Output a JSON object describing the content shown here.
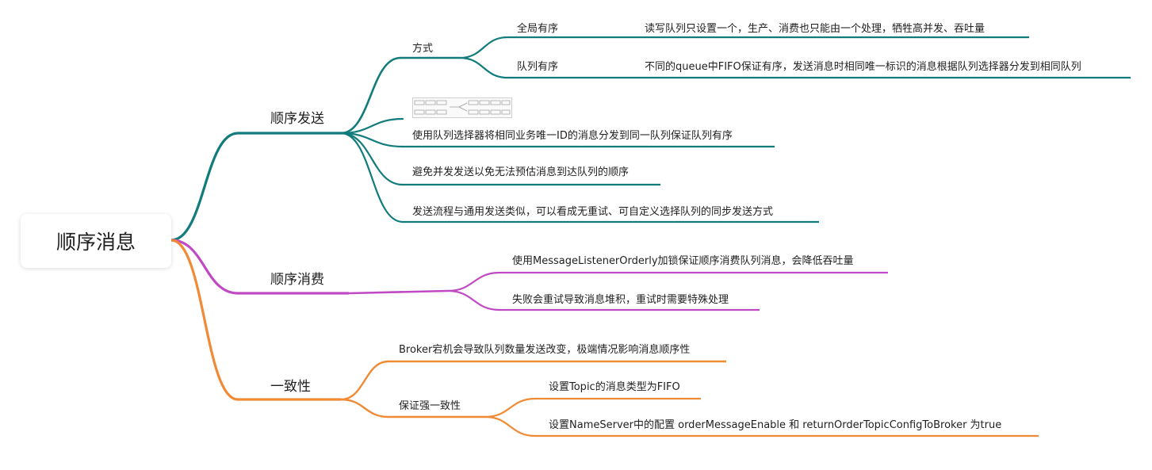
{
  "root": {
    "label": "顺序消息"
  },
  "colors": {
    "send": "#127b7b",
    "consume": "#c04ac4",
    "consistency": "#f08a35"
  },
  "icons": {
    "thumbnail": "image-thumbnail-icon"
  },
  "branches": [
    {
      "label": "顺序发送",
      "color": "#127b7b",
      "children": [
        {
          "label": "方式",
          "children": [
            {
              "label": "全局有序",
              "detail": "读写队列只设置一个，生产、消费也只能由一个处理，牺牲高并发、吞吐量"
            },
            {
              "label": "队列有序",
              "detail": "不同的queue中FIFO保证有序，发送消息时相同唯一标识的消息根据队列选择器分发到相同队列"
            }
          ]
        },
        {
          "label": "使用队列选择器将相同业务唯一ID的消息分发到同一队列保证队列有序"
        },
        {
          "label": "避免并发发送以免无法预估消息到达队列的顺序"
        },
        {
          "label": "发送流程与通用发送类似，可以看成无重试、可自定义选择队列的同步发送方式"
        }
      ]
    },
    {
      "label": "顺序消费",
      "color": "#c04ac4",
      "children": [
        {
          "label": "使用MessageListenerOrderly加锁保证顺序消费队列消息，会降低吞吐量"
        },
        {
          "label": "失败会重试导致消息堆积，重试时需要特殊处理"
        }
      ]
    },
    {
      "label": "一致性",
      "color": "#f08a35",
      "children": [
        {
          "label": "Broker宕机会导致队列数量发送改变，极端情况影响消息顺序性"
        },
        {
          "label": "保证强一致性",
          "children": [
            {
              "label": "设置Topic的消息类型为FIFO"
            },
            {
              "label": "设置NameServer中的配置 orderMessageEnable 和 returnOrderTopicConfigToBroker 为true"
            }
          ]
        }
      ]
    }
  ]
}
